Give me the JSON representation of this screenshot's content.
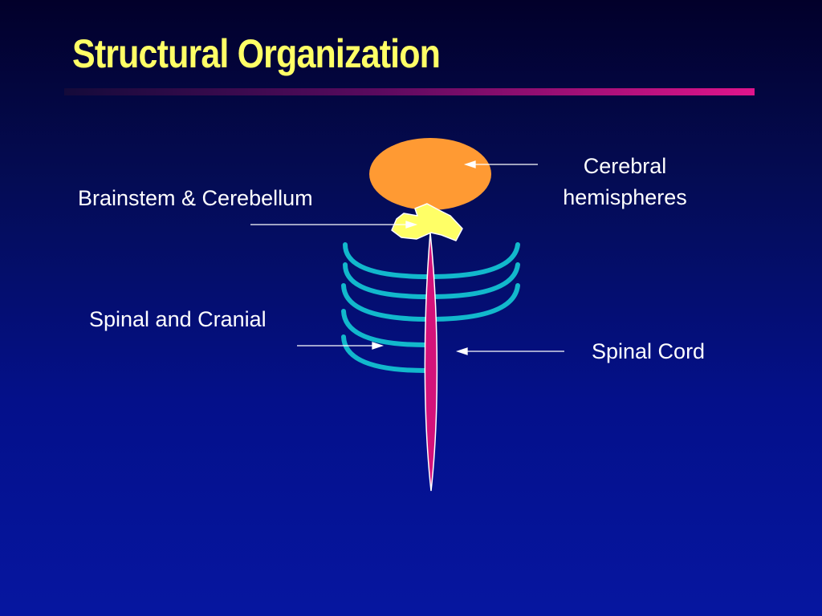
{
  "slide": {
    "title": "Structural Organization"
  },
  "labels": {
    "cerebral_line1": "Cerebral",
    "cerebral_line2": "hemispheres",
    "brainstem": "Brainstem & Cerebellum",
    "spinal_cranial": "Spinal and Cranial",
    "spinal_cord": "Spinal Cord"
  },
  "colors": {
    "title": "#ffff66",
    "rule_start": "#140a3a",
    "rule_end": "#e0148c",
    "cerebrum": "#ff9a33",
    "brainstem": "#ffff66",
    "spinal_cord": "#d4127a",
    "nerves": "#12b8cc",
    "arrows": "#ffffff"
  }
}
